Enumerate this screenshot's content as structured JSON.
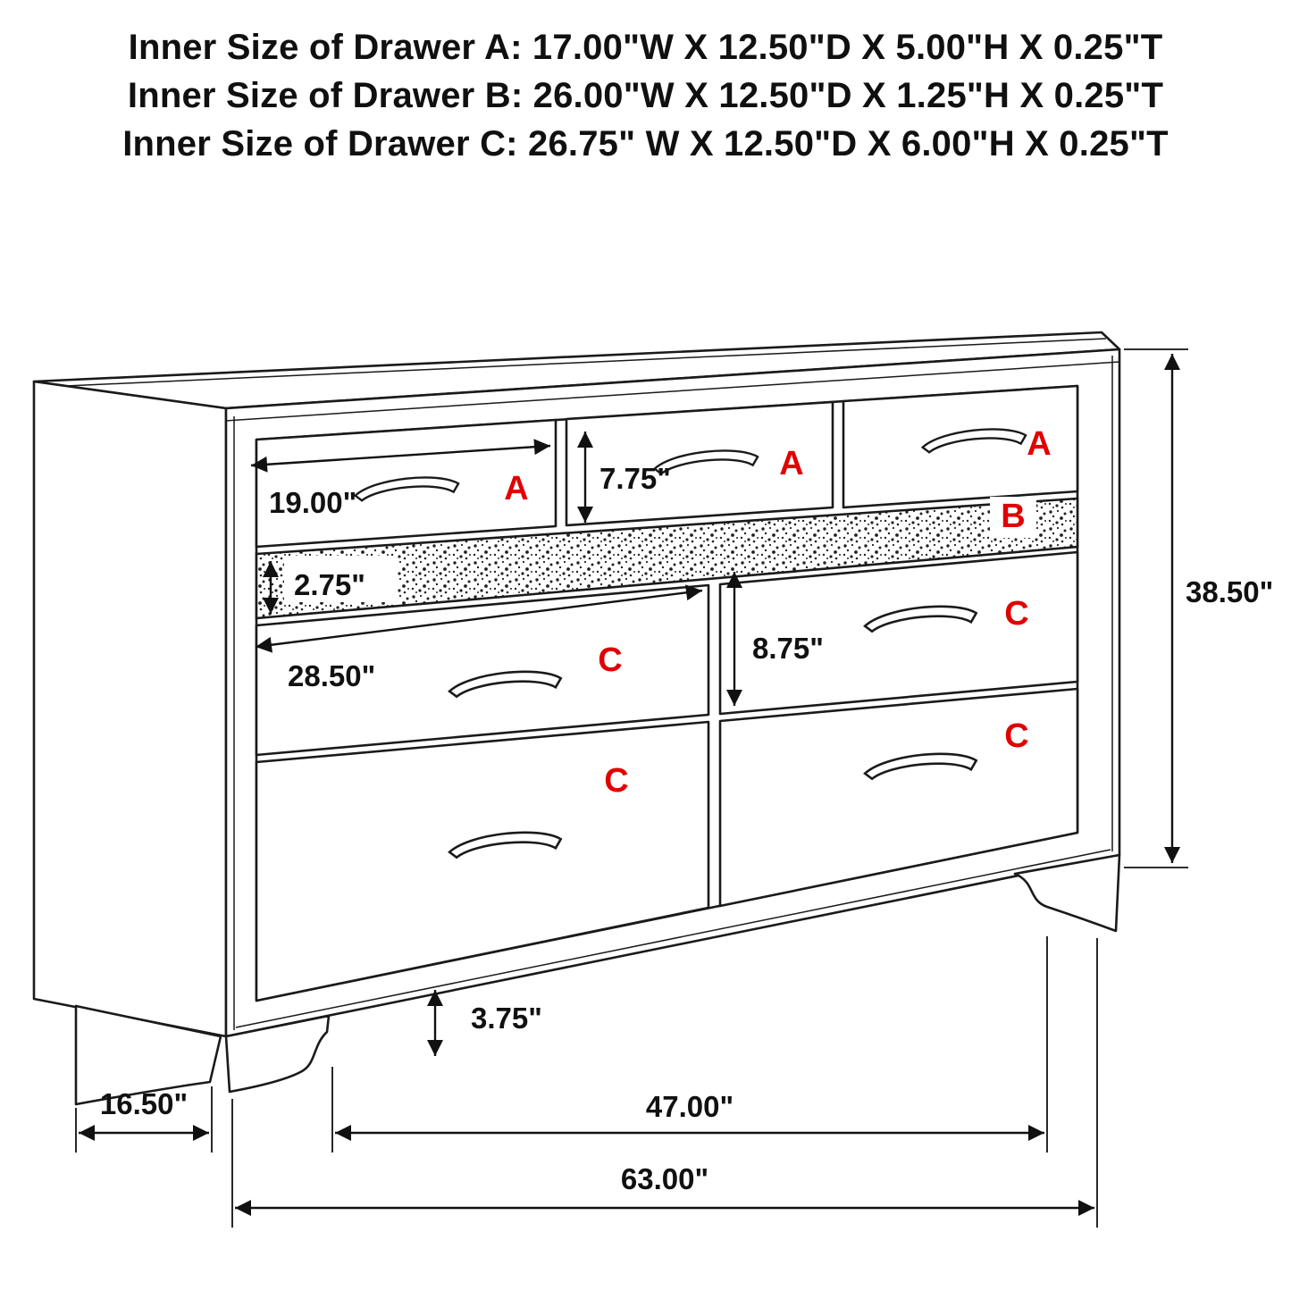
{
  "header": {
    "line1": "Inner Size of Drawer A: 17.00\"W X 12.50\"D X 5.00\"H X 0.25\"T",
    "line2": "Inner Size of Drawer B: 26.00\"W X 12.50\"D X 1.25\"H X 0.25\"T",
    "line3": "Inner Size of Drawer C: 26.75\" W X 12.50\"D X 6.00\"H X 0.25\"T"
  },
  "drawer_labels": {
    "a1": "A",
    "a2": "A",
    "a3": "A",
    "b": "B",
    "c_left_top": "C",
    "c_right_top": "C",
    "c_left_bottom": "C",
    "c_right_bottom": "C"
  },
  "dimensions": {
    "drawer_a_width": "19.00\"",
    "drawer_a_height": "7.75\"",
    "strip_b_height": "2.75\"",
    "drawer_c_width": "28.50\"",
    "drawer_c_height": "8.75\"",
    "overall_height": "38.50\"",
    "foot_height": "3.75\"",
    "side_depth": "16.50\"",
    "feet_span": "47.00\"",
    "overall_width": "63.00\""
  },
  "colors": {
    "label_red": "#e10000",
    "line_black": "#1a1a1a"
  }
}
